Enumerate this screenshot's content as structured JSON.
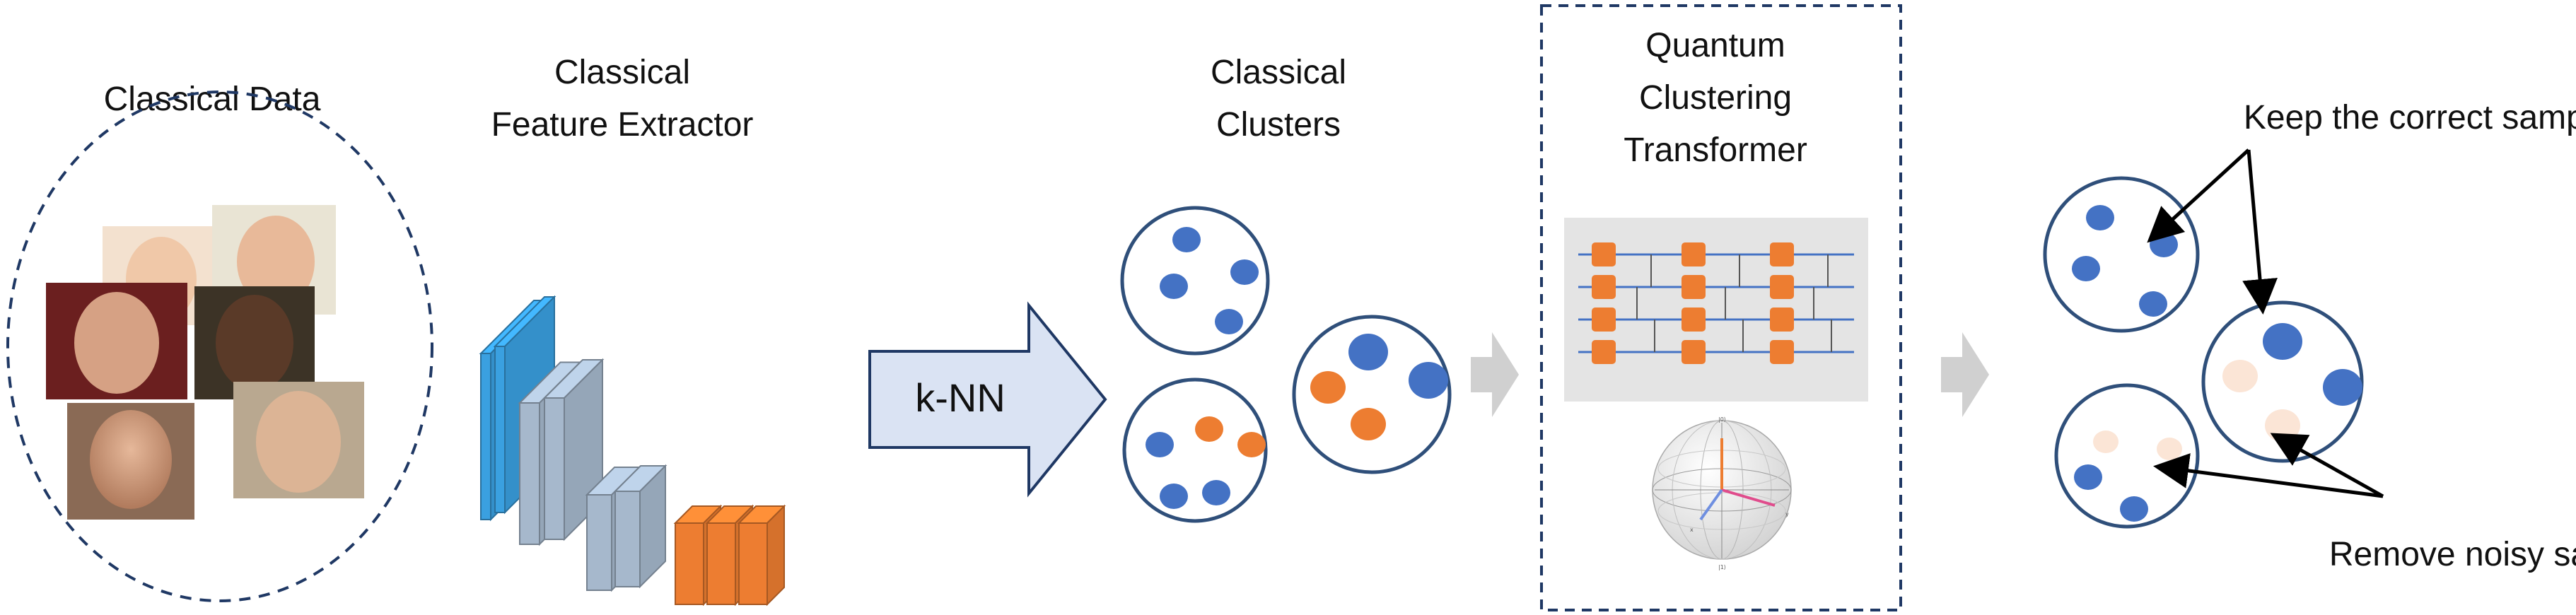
{
  "stages": {
    "data_title": "Classical Data",
    "extractor_title_line1": "Classical",
    "extractor_title_line2": "Feature Extractor",
    "knn_label": "k-NN",
    "clusters_title_line1": "Classical",
    "clusters_title_line2": "Clusters",
    "qct_title_line1": "Quantum",
    "qct_title_line2": "Clustering",
    "qct_title_line3": "Transformer"
  },
  "annotations": {
    "keep": "Keep the correct samples",
    "remove": "Remove noisy samples"
  },
  "bloch": {
    "top": "|0⟩",
    "bottom": "|1⟩",
    "x": "x",
    "y": "y"
  },
  "colors": {
    "blue": "#4472c4",
    "orange": "#ed7d31",
    "faded": "#fbe5d6",
    "circle_stroke": "#2f4f7a",
    "dashed": "#1f3864",
    "cube_blue": "#3aa0e0",
    "cube_gray": "#a6b8cc",
    "cube_orange": "#ed7d31",
    "knn_fill": "#dae3f3",
    "gray_arrow": "#d0d0d0",
    "circuit_bg": "#e4e4e4"
  },
  "icons": [
    "face-photo",
    "cnn-block",
    "right-arrow",
    "qubit-gate",
    "bloch-sphere"
  ]
}
